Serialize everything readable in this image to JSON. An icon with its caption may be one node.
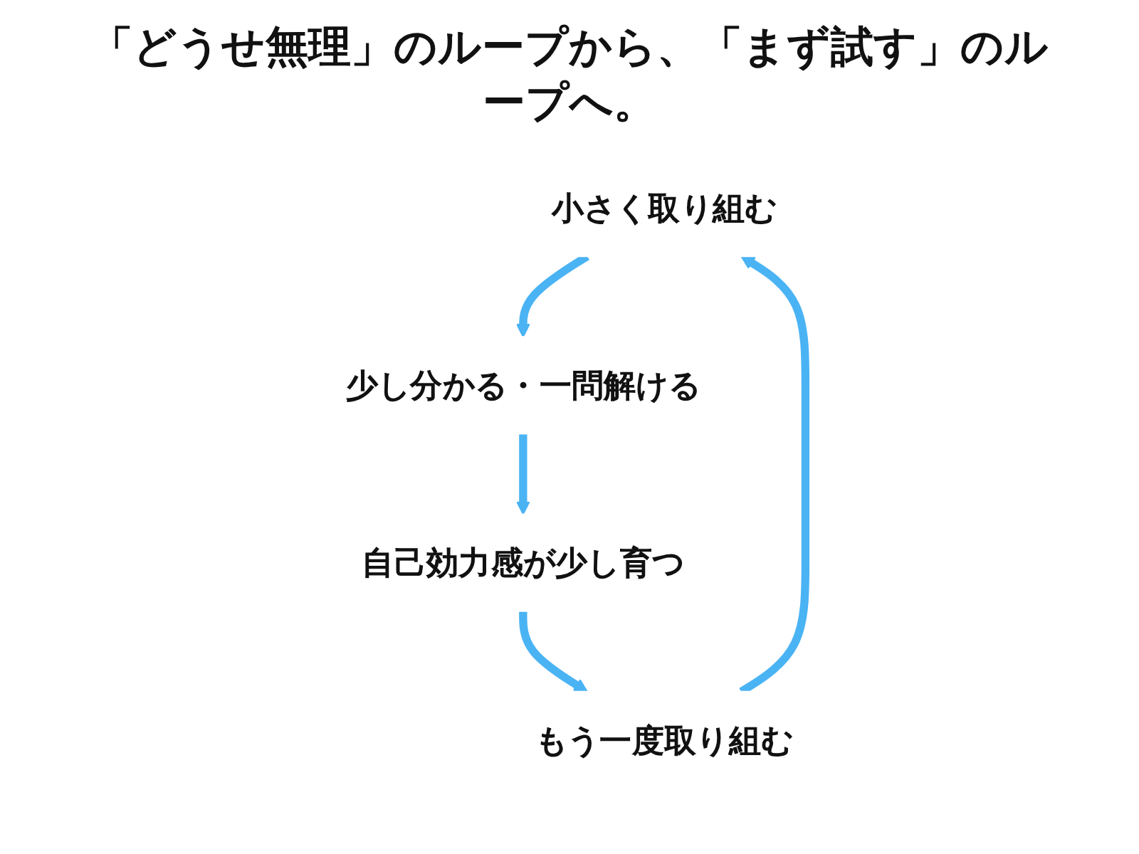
{
  "diagram": {
    "title": "「どうせ無理」のループから、「まず試す」のループへ。",
    "nodes": [
      {
        "text": [
          "小さく取り組む"
        ]
      },
      {
        "text": [
          "少し分かる・一問解ける"
        ]
      },
      {
        "text": [
          "自己効力感が少し育つ"
        ]
      },
      {
        "text": [
          "もう一度取り組む"
        ]
      }
    ],
    "edges": [
      {
        "from": 0,
        "to": 1,
        "arrow": "to"
      },
      {
        "from": 1,
        "to": 2,
        "arrow": "to"
      },
      {
        "from": 2,
        "to": 3,
        "arrow": "to"
      },
      {
        "from": 3,
        "to": 0,
        "arrow": "to"
      }
    ]
  }
}
